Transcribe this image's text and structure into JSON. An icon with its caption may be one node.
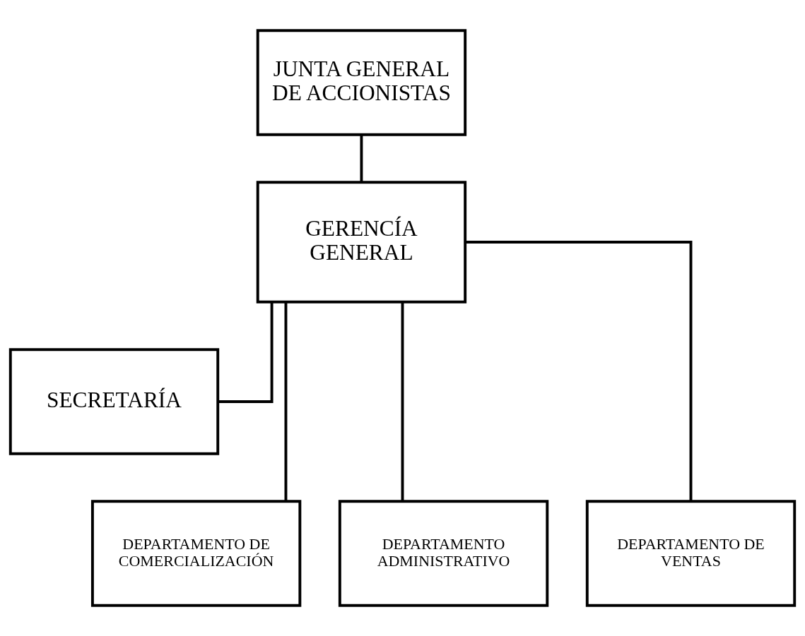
{
  "diagram": {
    "nodes": [
      {
        "text": [
          "JUNTA GENERAL DE ACCIONISTAS"
        ]
      },
      {
        "text": [
          "GERENCÍA GENERAL"
        ]
      },
      {
        "text": [
          "SECRETARÍA"
        ]
      },
      {
        "text": [
          "DEPARTAMENTO DE COMERCIALIZACIÓN"
        ]
      },
      {
        "text": [
          "DEPARTAMENTO ADMINISTRATIVO"
        ]
      },
      {
        "text": [
          "DEPARTAMENTO DE VENTAS"
        ]
      }
    ],
    "edges": [
      {
        "from": 0,
        "to": 1,
        "arrow": "none"
      },
      {
        "from": 1,
        "to": 2,
        "arrow": "none"
      },
      {
        "from": 1,
        "to": 3,
        "arrow": "none"
      },
      {
        "from": 1,
        "to": 4,
        "arrow": "none"
      },
      {
        "from": 1,
        "to": 5,
        "arrow": "none"
      }
    ]
  }
}
